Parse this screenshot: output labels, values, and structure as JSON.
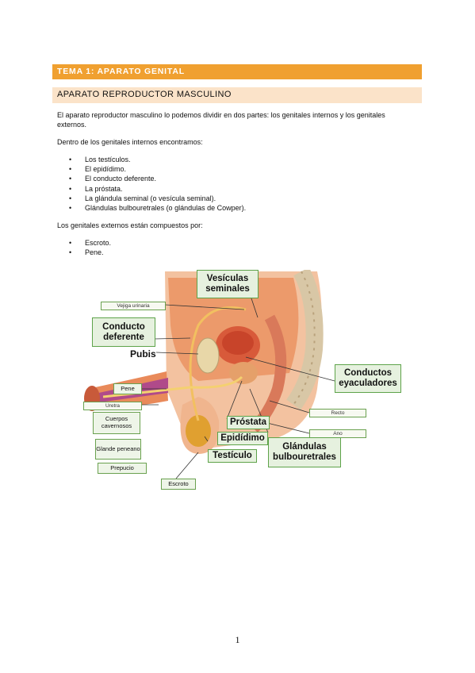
{
  "header": {
    "tema": "TEMA 1: APARATO GENITAL",
    "section": "APARATO REPRODUCTOR MASCULINO"
  },
  "body": {
    "intro": "El aparato reproductor masculino lo podemos dividir en dos partes: los genitales internos y los genitales externos.",
    "internos_intro": "Dentro de los genitales internos encontramos:",
    "internos": [
      "Los testículos.",
      "El epidídimo.",
      "El conducto deferente.",
      "La próstata.",
      "La glándula seminal (o vesícula seminal).",
      "Glándulas bulbouretrales (o glándulas de Cowper)."
    ],
    "externos_intro": "Los genitales externos están compuestos por:",
    "externos": [
      "Escroto.",
      "Pene."
    ],
    "bullet": "•"
  },
  "figure": {
    "vesiculas": "Vesículas seminales",
    "vejiga": "Vejiga urinaria",
    "conducto_deferente": "Conducto deferente",
    "pubis": "Pubis",
    "conductos_eyaculadores": "Conductos eyaculadores",
    "pene": "Pene",
    "uretra": "Uretra",
    "recto": "Recto",
    "cuerpos": "Cuerpos cavernosos",
    "prostata": "Próstata",
    "ano": "Ano",
    "epididimo": "Epidídimo",
    "glande": "Glande peneano",
    "glandulas": "Glándulas bulbouretrales",
    "testiculo": "Testículo",
    "prepucio": "Prepucio",
    "escroto": "Escroto",
    "colors": {
      "label_border": "#5ea34a",
      "label_fill": "#e6f1df",
      "tissue": "#e98a5a",
      "skin": "#f3c2a0"
    }
  },
  "footer": {
    "page": "1"
  }
}
